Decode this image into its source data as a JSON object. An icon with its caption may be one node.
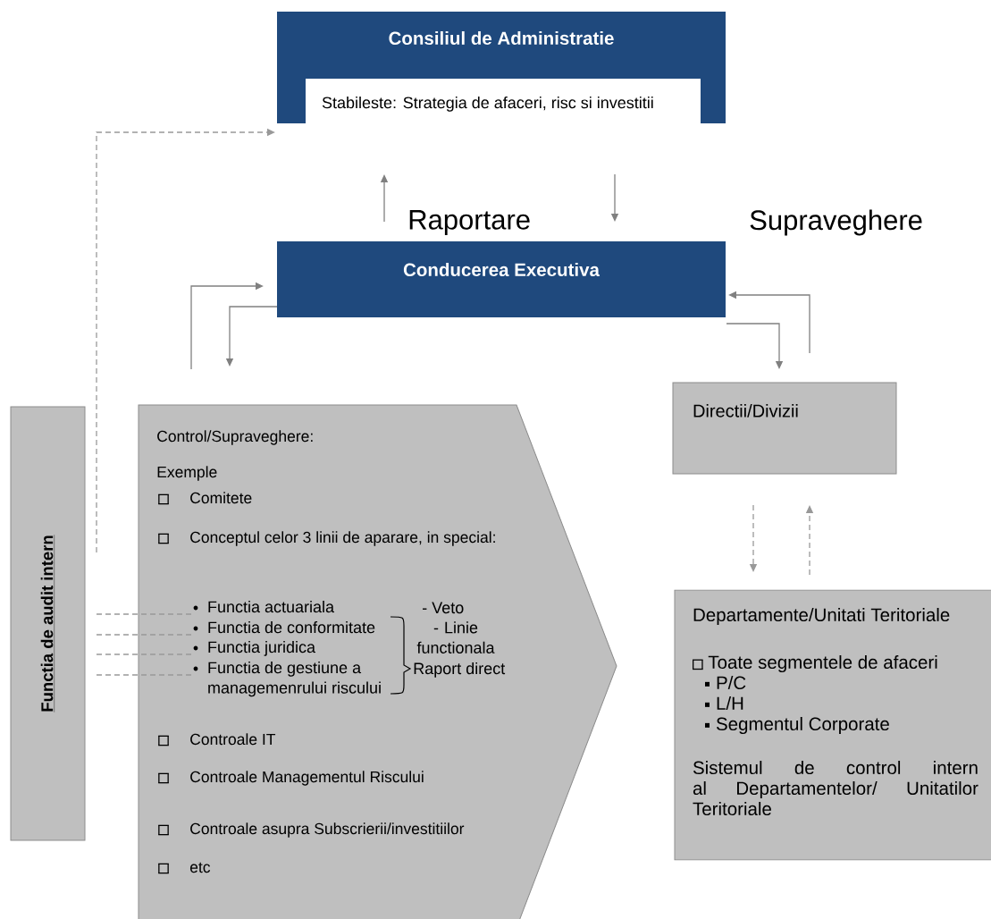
{
  "diagram": {
    "nodes": [
      {
        "text": [
          "Consiliul de Administratie"
        ]
      },
      {
        "text": [
          "Stabileste: Strategia de afaceri, risc si investitii"
        ],
        "in": 0
      },
      {
        "text": [
          "Conducerea Executiva"
        ]
      },
      {
        "text": [
          "Functia de audit intern"
        ]
      },
      {
        "text": [
          "Control/Supraveghere:",
          "Exemple",
          "Comitete",
          "Conceptul celor 3 linii de aparare, in special:",
          "Controale IT",
          "Controale Managementul Riscului",
          "Controale asupra Subscrierii/investitiilor",
          "etc"
        ]
      },
      {
        "text": [
          "Functia actuariala"
        ],
        "in": 4
      },
      {
        "text": [
          "Functia de conformitate"
        ],
        "in": 4
      },
      {
        "text": [
          "Functia juridica"
        ],
        "in": 4
      },
      {
        "text": [
          "Functia de gestiune a managemenrului riscului"
        ],
        "in": 4
      },
      {
        "text": [
          "Directii/Divizii"
        ]
      },
      {
        "text": [
          "Departamente/Unitati Teritoriale",
          "Toate segmentele de afaceri",
          "P/C",
          "L/H",
          "Segmentul Corporate",
          "Sistemul de control intern al Departamentelor/ Unitatilor Teritoriale"
        ]
      }
    ],
    "edges": [
      {
        "from": 3,
        "to": 0,
        "arrow": "to",
        "style": "dashed"
      },
      {
        "from": 2,
        "to": 0,
        "arrow": "to"
      },
      {
        "from": 0,
        "to": 2,
        "arrow": "to"
      },
      {
        "from": 4,
        "to": 2,
        "arrow": "to"
      },
      {
        "from": 2,
        "to": 4,
        "arrow": "to"
      },
      {
        "from": 2,
        "to": 9,
        "arrow": "to"
      },
      {
        "from": 9,
        "to": 2,
        "arrow": "to"
      },
      {
        "from": 9,
        "to": 10,
        "arrow": "to",
        "style": "dashed"
      },
      {
        "from": 10,
        "to": 9,
        "arrow": "to",
        "style": "dashed"
      },
      {
        "from": 3,
        "to": 5,
        "arrow": "none",
        "style": "dashed"
      },
      {
        "from": 3,
        "to": 6,
        "arrow": "none",
        "style": "dashed"
      },
      {
        "from": 3,
        "to": 7,
        "arrow": "none",
        "style": "dashed"
      },
      {
        "from": 3,
        "to": 8,
        "arrow": "none",
        "style": "dashed"
      }
    ],
    "labels": [
      "Raportare",
      "Supraveghere",
      "- Veto",
      "- Linie functionala",
      "Raport direct"
    ]
  }
}
